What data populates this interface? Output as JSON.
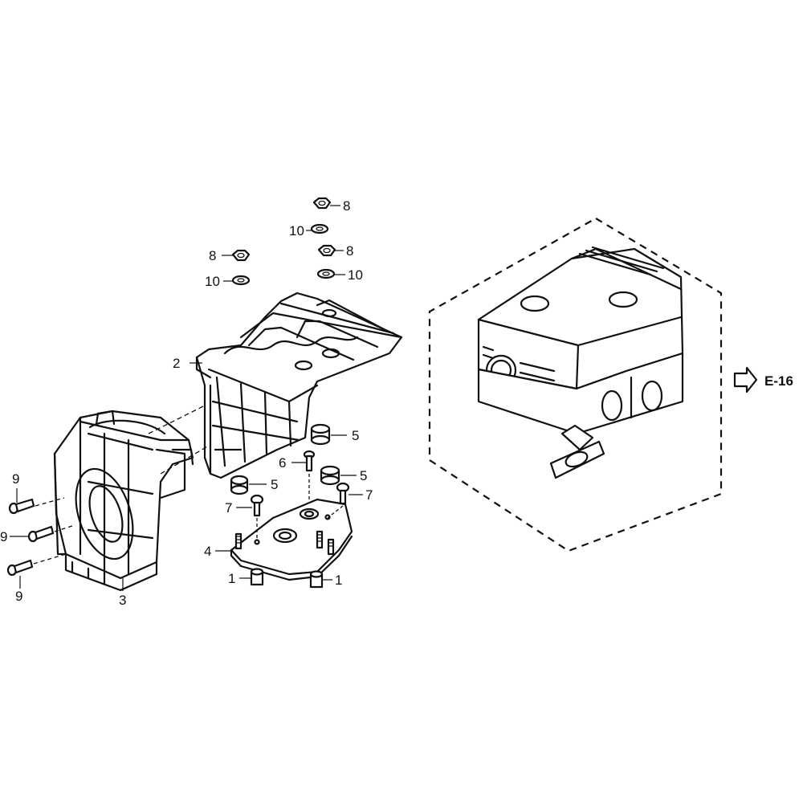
{
  "callouts": [
    {
      "id": "c1a",
      "text": "1"
    },
    {
      "id": "c1b",
      "text": "1"
    },
    {
      "id": "c2",
      "text": "2"
    },
    {
      "id": "c3",
      "text": "3"
    },
    {
      "id": "c4",
      "text": "4"
    },
    {
      "id": "c5a",
      "text": "5"
    },
    {
      "id": "c5b",
      "text": "5"
    },
    {
      "id": "c5c",
      "text": "5"
    },
    {
      "id": "c6",
      "text": "6"
    },
    {
      "id": "c7a",
      "text": "7"
    },
    {
      "id": "c7b",
      "text": "7"
    },
    {
      "id": "c8a",
      "text": "8"
    },
    {
      "id": "c8b",
      "text": "8"
    },
    {
      "id": "c8c",
      "text": "8"
    },
    {
      "id": "c9a",
      "text": "9"
    },
    {
      "id": "c9b",
      "text": "9"
    },
    {
      "id": "c9c",
      "text": "9"
    },
    {
      "id": "c10a",
      "text": "10"
    },
    {
      "id": "c10b",
      "text": "10"
    },
    {
      "id": "c10c",
      "text": "10"
    }
  ],
  "reference": {
    "label": "E-16"
  }
}
